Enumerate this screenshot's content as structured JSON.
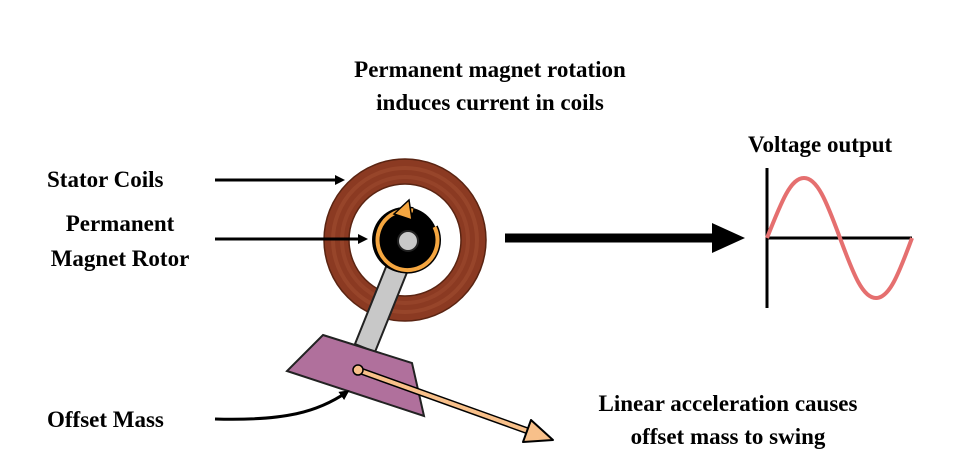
{
  "title": {
    "line1": "Permanent magnet rotation",
    "line2": "induces current in coils"
  },
  "labels": {
    "stator_coils": "Stator Coils",
    "rotor_line1": "Permanent",
    "rotor_line2": "Magnet Rotor",
    "offset_mass": "Offset Mass",
    "voltage_output": "Voltage output",
    "acceleration_line1": "Linear acceleration causes",
    "acceleration_line2": "offset mass to swing"
  },
  "colors": {
    "stator": "#8B3A22",
    "rotor": "#000000",
    "rotation_arrow": "#F5A640",
    "pendulum_arm": "#C8C8C8",
    "offset_mass": "#B0709C",
    "acceleration_arrow": "#F8C08A",
    "voltage_wave": "#E56F6F"
  }
}
